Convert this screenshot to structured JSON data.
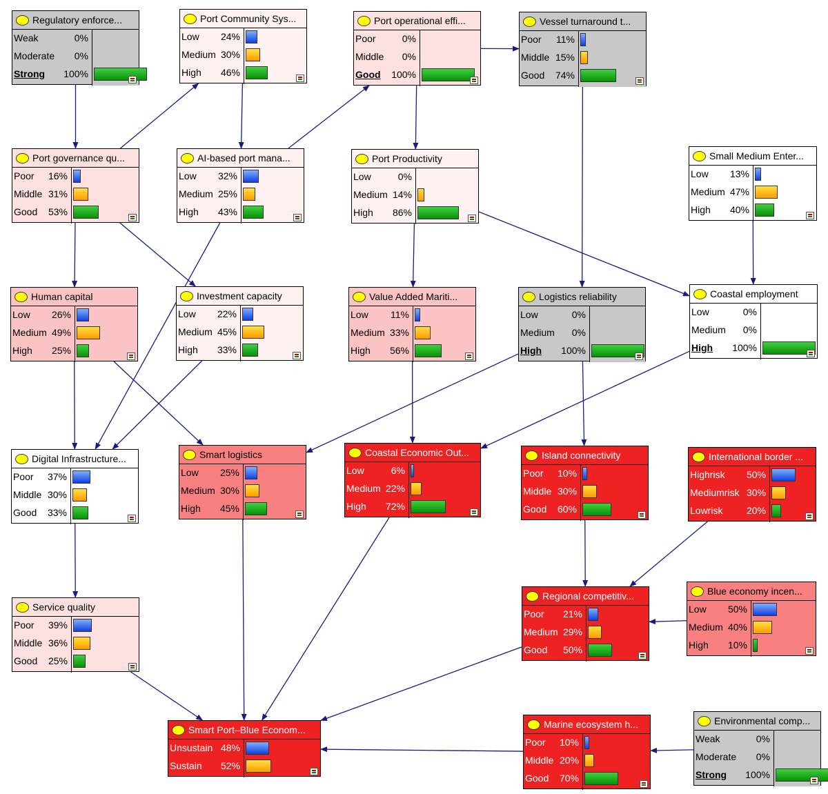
{
  "nodes": [
    {
      "id": "reg",
      "title": "Regulatory enforce...",
      "bg": "grey",
      "states": [
        {
          "name": "Weak",
          "pct": "0%",
          "v": 0
        },
        {
          "name": "Moderate",
          "pct": "0%",
          "v": 0
        },
        {
          "name": "Strong",
          "pct": "100%",
          "v": 100,
          "evidence": true
        }
      ]
    },
    {
      "id": "pcs",
      "title": "Port Community Sys...",
      "bg": "light",
      "states": [
        {
          "name": "Low",
          "pct": "24%",
          "v": 24
        },
        {
          "name": "Medium",
          "pct": "30%",
          "v": 30
        },
        {
          "name": "High",
          "pct": "46%",
          "v": 46
        }
      ]
    },
    {
      "id": "poe",
      "title": "Port operational effi...",
      "bg": "pink",
      "states": [
        {
          "name": "Poor",
          "pct": "0%",
          "v": 0
        },
        {
          "name": "Middle",
          "pct": "0%",
          "v": 0
        },
        {
          "name": "Good",
          "pct": "100%",
          "v": 100,
          "evidence": true
        }
      ]
    },
    {
      "id": "vt",
      "title": "Vessel turnaround t...",
      "bg": "grey",
      "states": [
        {
          "name": "Poor",
          "pct": "11%",
          "v": 11
        },
        {
          "name": "Middle",
          "pct": "15%",
          "v": 15
        },
        {
          "name": "Good",
          "pct": "74%",
          "v": 74
        }
      ]
    },
    {
      "id": "pg",
      "title": "Port governance qu...",
      "bg": "pink",
      "states": [
        {
          "name": "Poor",
          "pct": "16%",
          "v": 16
        },
        {
          "name": "Middle",
          "pct": "31%",
          "v": 31
        },
        {
          "name": "Good",
          "pct": "53%",
          "v": 53
        }
      ]
    },
    {
      "id": "ai",
      "title": "AI-based port mana...",
      "bg": "light",
      "states": [
        {
          "name": "Low",
          "pct": "32%",
          "v": 32
        },
        {
          "name": "Medium",
          "pct": "25%",
          "v": 25
        },
        {
          "name": "High",
          "pct": "43%",
          "v": 43
        }
      ]
    },
    {
      "id": "pp",
      "title": "Port Productivity",
      "bg": "light",
      "states": [
        {
          "name": "Low",
          "pct": "0%",
          "v": 0
        },
        {
          "name": "Medium",
          "pct": "14%",
          "v": 14
        },
        {
          "name": "High",
          "pct": "86%",
          "v": 86
        }
      ]
    },
    {
      "id": "sme",
      "title": "Small Medium Enter...",
      "bg": "white",
      "states": [
        {
          "name": "Low",
          "pct": "13%",
          "v": 13
        },
        {
          "name": "Medium",
          "pct": "47%",
          "v": 47
        },
        {
          "name": "High",
          "pct": "40%",
          "v": 40
        }
      ]
    },
    {
      "id": "hc",
      "title": "Human capital",
      "bg": "rose",
      "states": [
        {
          "name": "Low",
          "pct": "26%",
          "v": 26
        },
        {
          "name": "Medium",
          "pct": "49%",
          "v": 49
        },
        {
          "name": "High",
          "pct": "25%",
          "v": 25
        }
      ]
    },
    {
      "id": "ic",
      "title": "Investment capacity",
      "bg": "light",
      "states": [
        {
          "name": "Low",
          "pct": "22%",
          "v": 22
        },
        {
          "name": "Medium",
          "pct": "45%",
          "v": 45
        },
        {
          "name": "High",
          "pct": "33%",
          "v": 33
        }
      ]
    },
    {
      "id": "vam",
      "title": "Value Added Mariti...",
      "bg": "rose",
      "states": [
        {
          "name": "Low",
          "pct": "11%",
          "v": 11
        },
        {
          "name": "Medium",
          "pct": "33%",
          "v": 33
        },
        {
          "name": "High",
          "pct": "56%",
          "v": 56
        }
      ]
    },
    {
      "id": "lr",
      "title": "Logistics reliability",
      "bg": "grey",
      "states": [
        {
          "name": "Low",
          "pct": "0%",
          "v": 0
        },
        {
          "name": "Medium",
          "pct": "0%",
          "v": 0
        },
        {
          "name": "High",
          "pct": "100%",
          "v": 100,
          "evidence": true
        }
      ]
    },
    {
      "id": "ce",
      "title": "Coastal employment",
      "bg": "white",
      "states": [
        {
          "name": "Low",
          "pct": "0%",
          "v": 0
        },
        {
          "name": "Medium",
          "pct": "0%",
          "v": 0
        },
        {
          "name": "High",
          "pct": "100%",
          "v": 100,
          "evidence": true
        }
      ]
    },
    {
      "id": "di",
      "title": "Digital Infrastructure...",
      "bg": "white",
      "states": [
        {
          "name": "Poor",
          "pct": "37%",
          "v": 37
        },
        {
          "name": "Middle",
          "pct": "30%",
          "v": 30
        },
        {
          "name": "Good",
          "pct": "33%",
          "v": 33
        }
      ]
    },
    {
      "id": "sl",
      "title": "Smart logistics",
      "bg": "salmon",
      "states": [
        {
          "name": "Low",
          "pct": "25%",
          "v": 25
        },
        {
          "name": "Medium",
          "pct": "30%",
          "v": 30
        },
        {
          "name": "High",
          "pct": "45%",
          "v": 45
        }
      ]
    },
    {
      "id": "ceo",
      "title": "Coastal Economic Out...",
      "bg": "red",
      "states": [
        {
          "name": "Low",
          "pct": "6%",
          "v": 6
        },
        {
          "name": "Medium",
          "pct": "22%",
          "v": 22
        },
        {
          "name": "High",
          "pct": "72%",
          "v": 72
        }
      ]
    },
    {
      "id": "isl",
      "title": "Island connectivity",
      "bg": "red",
      "states": [
        {
          "name": "Poor",
          "pct": "10%",
          "v": 10
        },
        {
          "name": "Middle",
          "pct": "30%",
          "v": 30
        },
        {
          "name": "Good",
          "pct": "60%",
          "v": 60
        }
      ]
    },
    {
      "id": "ib",
      "title": "International border ...",
      "bg": "red",
      "states": [
        {
          "name": "Highrisk",
          "pct": "50%",
          "v": 50
        },
        {
          "name": "Mediumrisk",
          "pct": "30%",
          "v": 30
        },
        {
          "name": "Lowrisk",
          "pct": "20%",
          "v": 20
        }
      ]
    },
    {
      "id": "sq",
      "title": "Service quality",
      "bg": "pink",
      "states": [
        {
          "name": "Poor",
          "pct": "39%",
          "v": 39
        },
        {
          "name": "Middle",
          "pct": "36%",
          "v": 36
        },
        {
          "name": "Good",
          "pct": "25%",
          "v": 25
        }
      ]
    },
    {
      "id": "rc",
      "title": "Regional competitiv...",
      "bg": "red",
      "states": [
        {
          "name": "Poor",
          "pct": "21%",
          "v": 21
        },
        {
          "name": "Medium",
          "pct": "29%",
          "v": 29
        },
        {
          "name": "Good",
          "pct": "50%",
          "v": 50
        }
      ]
    },
    {
      "id": "bei",
      "title": "Blue economy incen...",
      "bg": "salmon",
      "states": [
        {
          "name": "Low",
          "pct": "50%",
          "v": 50
        },
        {
          "name": "Medium",
          "pct": "40%",
          "v": 40
        },
        {
          "name": "High",
          "pct": "10%",
          "v": 10
        }
      ]
    },
    {
      "id": "spbe",
      "title": "Smart Port–Blue Econom...",
      "bg": "red",
      "states": [
        {
          "name": "Unsustain",
          "pct": "48%",
          "v": 48
        },
        {
          "name": "Sustain",
          "pct": "52%",
          "v": 52
        }
      ]
    },
    {
      "id": "meh",
      "title": "Marine ecosystem h...",
      "bg": "red",
      "states": [
        {
          "name": "Poor",
          "pct": "10%",
          "v": 10
        },
        {
          "name": "Middle",
          "pct": "20%",
          "v": 20
        },
        {
          "name": "Good",
          "pct": "70%",
          "v": 70
        }
      ]
    },
    {
      "id": "ec",
      "title": "Environmental comp...",
      "bg": "grey",
      "states": [
        {
          "name": "Weak",
          "pct": "0%",
          "v": 0
        },
        {
          "name": "Moderate",
          "pct": "0%",
          "v": 0
        },
        {
          "name": "Strong",
          "pct": "100%",
          "v": 100,
          "evidence": true
        }
      ]
    }
  ],
  "edges": [
    [
      "reg",
      "pg"
    ],
    [
      "pg",
      "pcs"
    ],
    [
      "pcs",
      "ai"
    ],
    [
      "ai",
      "poe"
    ],
    [
      "poe",
      "vt"
    ],
    [
      "poe",
      "pp"
    ],
    [
      "pg",
      "hc"
    ],
    [
      "pg",
      "ic"
    ],
    [
      "pp",
      "vam"
    ],
    [
      "pp",
      "ce"
    ],
    [
      "vt",
      "lr"
    ],
    [
      "sme",
      "ce"
    ],
    [
      "hc",
      "di"
    ],
    [
      "hc",
      "sl"
    ],
    [
      "ai",
      "di"
    ],
    [
      "ic",
      "di"
    ],
    [
      "lr",
      "sl"
    ],
    [
      "vam",
      "ceo"
    ],
    [
      "ce",
      "ceo"
    ],
    [
      "lr",
      "isl"
    ],
    [
      "di",
      "sq"
    ],
    [
      "isl",
      "rc"
    ],
    [
      "ib",
      "rc"
    ],
    [
      "bei",
      "rc"
    ],
    [
      "sq",
      "spbe"
    ],
    [
      "sl",
      "spbe"
    ],
    [
      "ceo",
      "spbe"
    ],
    [
      "rc",
      "spbe"
    ],
    [
      "meh",
      "spbe"
    ],
    [
      "ec",
      "meh"
    ]
  ],
  "colors": {
    "edge": "#1a1a80",
    "blue": "#1040e0",
    "orange": "#ff9a00",
    "green": "#089008",
    "red": "#ee2222",
    "grey": "#c8c8c8"
  }
}
